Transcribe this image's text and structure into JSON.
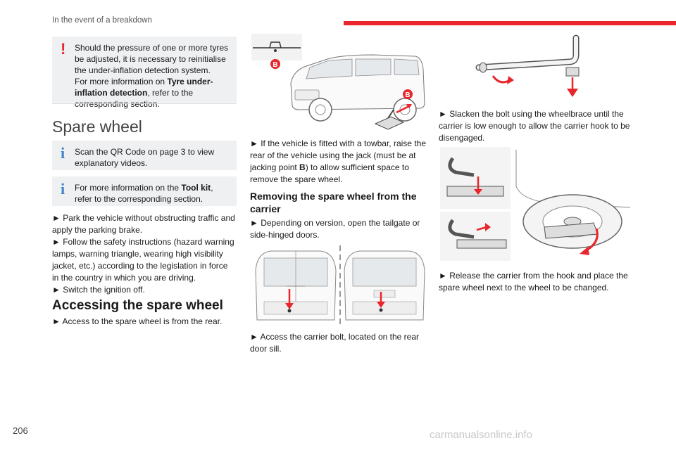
{
  "header": {
    "section_title": "In the event of a breakdown",
    "accent_color": "#e8262b"
  },
  "page_number": "206",
  "watermark": "carmanualsonline.info",
  "col1": {
    "warning_box": {
      "icon": "exclamation-icon",
      "line1": "Should the pressure of one or more tyres be adjusted, it is necessary to reinitialise the under-inflation detection system.",
      "line2_prefix": "For more information on ",
      "line2_bold": "Tyre under-inflation detection",
      "line2_suffix": ", refer to the corresponding section."
    },
    "section_title": "Spare wheel",
    "info_box_1": {
      "icon": "info-icon",
      "text": "Scan the QR Code on page 3 to view explanatory videos."
    },
    "info_box_2": {
      "icon": "info-icon",
      "prefix": "For more information on the ",
      "bold": "Tool kit",
      "suffix": ", refer to the corresponding section."
    },
    "steps": [
      "► Park the vehicle without obstructing traffic and apply the parking brake.",
      "► Follow the safety instructions (hazard warning lamps, warning triangle, wearing high visibility jacket, etc.) according to the legislation in force in the country in which you are driving.",
      "► Switch the ignition off."
    ],
    "subheading": "Accessing the spare wheel",
    "access_step": "► Access to the spare wheel is from the rear."
  },
  "col2": {
    "jack_label": "B",
    "towbar_prefix": "► If the vehicle is fitted with a towbar, raise the rear of the vehicle using the jack (must be at jacking point ",
    "towbar_bold": "B",
    "towbar_suffix": ") to allow sufficient space to remove the spare wheel.",
    "subheading": "Removing the spare wheel from the carrier",
    "step_doors": "► Depending on version, open the tailgate or side-hinged doors.",
    "step_bolt": "► Access the carrier bolt, located on the rear door sill."
  },
  "col3": {
    "step_slacken": "► Slacken the bolt using the wheelbrace until the carrier is low enough to allow the carrier hook to be disengaged.",
    "step_release": "► Release the carrier from the hook and place the spare wheel next to the wheel to be changed."
  }
}
